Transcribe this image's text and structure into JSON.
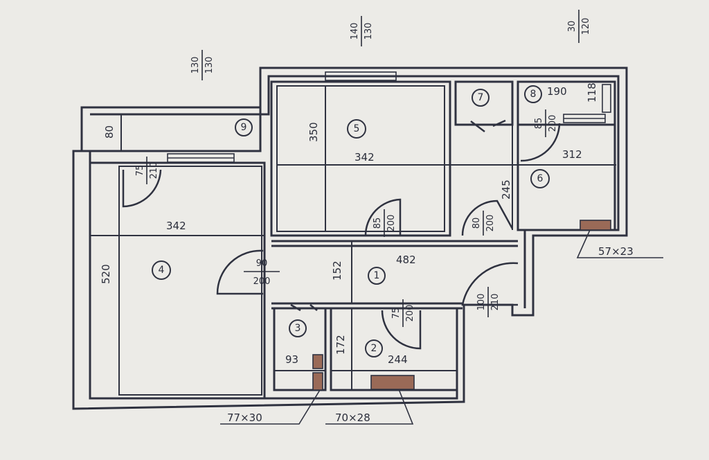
{
  "rooms": [
    {
      "id": "1",
      "label": "1"
    },
    {
      "id": "2",
      "label": "2"
    },
    {
      "id": "3",
      "label": "3"
    },
    {
      "id": "4",
      "label": "4"
    },
    {
      "id": "5",
      "label": "5"
    },
    {
      "id": "6",
      "label": "6"
    },
    {
      "id": "7",
      "label": "7"
    },
    {
      "id": "8",
      "label": "8"
    },
    {
      "id": "9",
      "label": "9"
    }
  ],
  "dimensions": {
    "room4_width": "342",
    "room4_height": "520",
    "room5_width": "342",
    "room5_height": "350",
    "corridor_width": "482",
    "corridor_depth": "152",
    "room6_width": "312",
    "room6_height": "245",
    "room2_width": "244",
    "room2_height": "172",
    "room3_width": "93",
    "room8_width": "190",
    "room8_depth": "118",
    "balcony_depth": "80"
  },
  "openings": {
    "top_left": {
      "top": "130",
      "bottom": "130"
    },
    "top_mid": {
      "top": "140",
      "bottom": "130"
    },
    "top_right": {
      "top": "30",
      "bottom": "120"
    },
    "door_room4": {
      "top": "75",
      "bottom": "210"
    },
    "door_room5": {
      "top": "85",
      "bottom": "200"
    },
    "door_room6": {
      "top": "80",
      "bottom": "200"
    },
    "door_hall": {
      "top": "90",
      "bottom": "200"
    },
    "door_room2": {
      "top": "75",
      "bottom": "200"
    },
    "door_entry": {
      "top": "100",
      "bottom": "210"
    },
    "door_room8": {
      "top": "85",
      "bottom": "200"
    }
  },
  "ducts": {
    "duct_right": "57×23",
    "duct_left": "77×30",
    "duct_mid": "70×28"
  }
}
